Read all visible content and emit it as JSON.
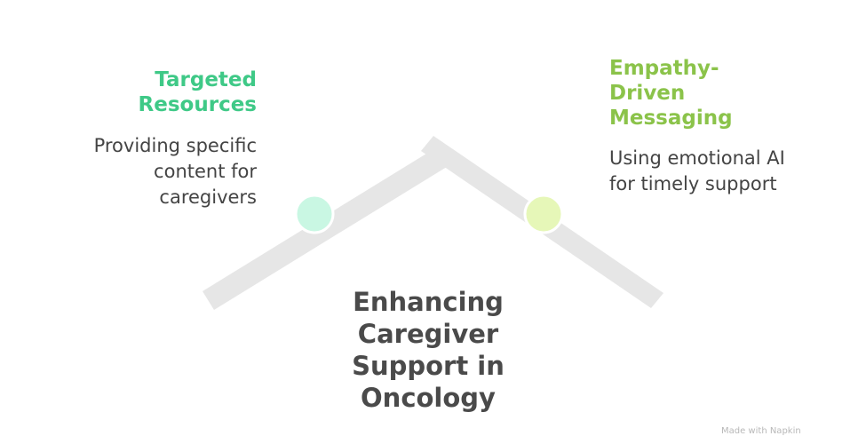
{
  "center": {
    "title": "Enhancing Caregiver Support in Oncology"
  },
  "left": {
    "heading": "Targeted Resources",
    "description": "Providing specific content for caregivers",
    "color": "#3fc987",
    "node_color": "#c9f7e3"
  },
  "right": {
    "heading": "Empathy-Driven Messaging",
    "description": "Using emotional AI for timely support",
    "color": "#8bc34a",
    "node_color": "#e6f7b8"
  },
  "beam_color": "#e6e6e6",
  "watermark": "Made with Napkin"
}
